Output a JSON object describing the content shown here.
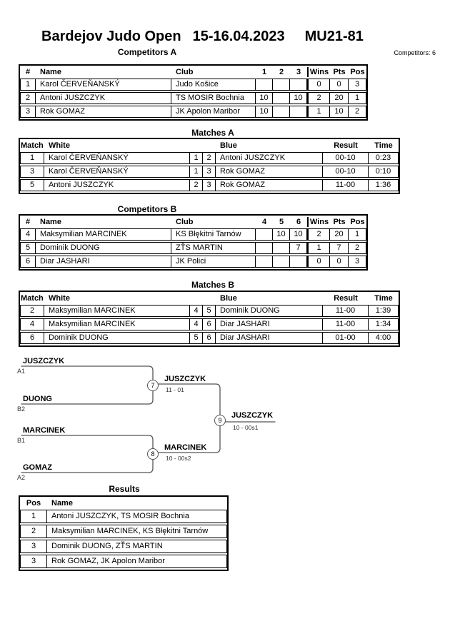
{
  "page": {
    "title_event": "Bardejov Judo Open",
    "title_date": "15-16.04.2023",
    "title_category": "MU21-81",
    "competitors_count": "Competitors: 6"
  },
  "competitors_a": {
    "title": "Competitors A",
    "headers": [
      "#",
      "Name",
      "Club",
      "1",
      "2",
      "3",
      "Wins",
      "Pts",
      "Pos"
    ],
    "rows": [
      [
        "1",
        "Karol ČERVEŇANSKÝ",
        "Judo Košice",
        "",
        "",
        "",
        "0",
        "0",
        "3"
      ],
      [
        "2",
        "Antoni JUSZCZYK",
        "TS MOSIR Bochnia",
        "10",
        "",
        "10",
        "2",
        "20",
        "1"
      ],
      [
        "3",
        "Rok GOMAZ",
        "JK Apolon Maribor",
        "10",
        "",
        "",
        "1",
        "10",
        "2"
      ]
    ]
  },
  "matches_a": {
    "title": "Matches A",
    "headers": [
      "Match",
      "White",
      "",
      "",
      "Blue",
      "Result",
      "Time"
    ],
    "rows": [
      [
        "1",
        "Karol ČERVEŇANSKÝ",
        "1",
        "2",
        "Antoni JUSZCZYK",
        "00-10",
        "0:23"
      ],
      [
        "3",
        "Karol ČERVEŇANSKÝ",
        "1",
        "3",
        "Rok GOMAZ",
        "00-10",
        "0:10"
      ],
      [
        "5",
        "Antoni JUSZCZYK",
        "2",
        "3",
        "Rok GOMAZ",
        "11-00",
        "1:36"
      ]
    ]
  },
  "competitors_b": {
    "title": "Competitors B",
    "headers": [
      "#",
      "Name",
      "Club",
      "4",
      "5",
      "6",
      "Wins",
      "Pts",
      "Pos"
    ],
    "rows": [
      [
        "4",
        "Maksymilian MARCINEK",
        "KS Błękitni Tarnów",
        "",
        "10",
        "10",
        "2",
        "20",
        "1"
      ],
      [
        "5",
        "Dominik DUONG",
        "ZŤS MARTIN",
        "",
        "",
        "7",
        "1",
        "7",
        "2"
      ],
      [
        "6",
        "Diar JASHARI",
        "JK Polici",
        "",
        "",
        "",
        "0",
        "0",
        "3"
      ]
    ]
  },
  "matches_b": {
    "title": "Matches B",
    "headers": [
      "Match",
      "White",
      "",
      "",
      "Blue",
      "Result",
      "Time"
    ],
    "rows": [
      [
        "2",
        "Maksymilian MARCINEK",
        "4",
        "5",
        "Dominik DUONG",
        "11-00",
        "1:39"
      ],
      [
        "4",
        "Maksymilian MARCINEK",
        "4",
        "6",
        "Diar JASHARI",
        "11-00",
        "1:34"
      ],
      [
        "6",
        "Dominik DUONG",
        "5",
        "6",
        "Diar JASHARI",
        "01-00",
        "4:00"
      ]
    ]
  },
  "bracket": {
    "entries": [
      {
        "name": "JUSZCZYK",
        "seed": "A1"
      },
      {
        "name": "DUONG",
        "seed": "B2"
      },
      {
        "name": "MARCINEK",
        "seed": "B1"
      },
      {
        "name": "GOMAZ",
        "seed": "A2"
      }
    ],
    "matches": [
      {
        "number": "7",
        "winner": "JUSZCZYK",
        "score": "11 - 01"
      },
      {
        "number": "8",
        "winner": "MARCINEK",
        "score": "10 - 00s2"
      },
      {
        "number": "9",
        "winner": "JUSZCZYK",
        "score": "10 - 00s1"
      }
    ]
  },
  "results": {
    "title": "Results",
    "headers": [
      "Pos",
      "Name"
    ],
    "rows": [
      [
        "1",
        "Antoni JUSZCZYK, TS MOSIR Bochnia"
      ],
      [
        "2",
        "Maksymilian MARCINEK, KS Błękitni Tarnów"
      ],
      [
        "3",
        "Dominik DUONG, ZŤS MARTIN"
      ],
      [
        "3",
        "Rok GOMAZ, JK Apolon Maribor"
      ]
    ]
  }
}
